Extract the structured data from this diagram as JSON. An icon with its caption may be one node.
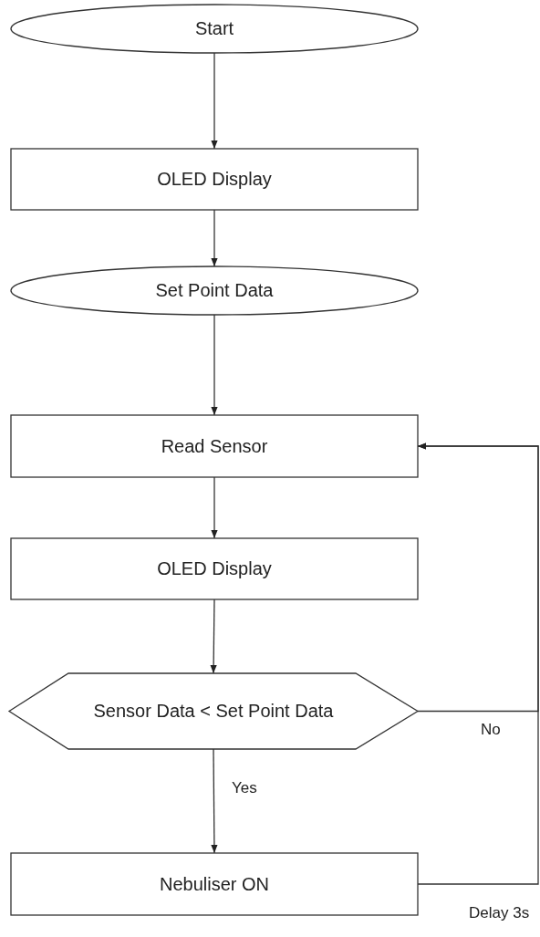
{
  "diagram": {
    "nodes": [
      {
        "text": [
          "Start"
        ]
      },
      {
        "text": [
          "OLED Display"
        ]
      },
      {
        "text": [
          "Set Point Data"
        ]
      },
      {
        "text": [
          "Read Sensor"
        ]
      },
      {
        "text": [
          "OLED Display"
        ]
      },
      {
        "text": [
          "Sensor Data < Set Point Data"
        ]
      },
      {
        "text": [
          "Nebuliser ON"
        ]
      }
    ],
    "edges": [
      {
        "from": 0,
        "to": 1,
        "arrow": "to"
      },
      {
        "from": 1,
        "to": 2,
        "arrow": "to"
      },
      {
        "from": 2,
        "to": 3,
        "arrow": "to"
      },
      {
        "from": 3,
        "to": 4,
        "arrow": "to"
      },
      {
        "from": 4,
        "to": 5,
        "arrow": "to"
      },
      {
        "from": 5,
        "to": 6,
        "arrow": "to",
        "label": "Yes"
      },
      {
        "from": 5,
        "to": 3,
        "arrow": "to",
        "label": "No"
      },
      {
        "from": 6,
        "to": 3,
        "arrow": "to",
        "label": "Delay 3s"
      }
    ]
  }
}
